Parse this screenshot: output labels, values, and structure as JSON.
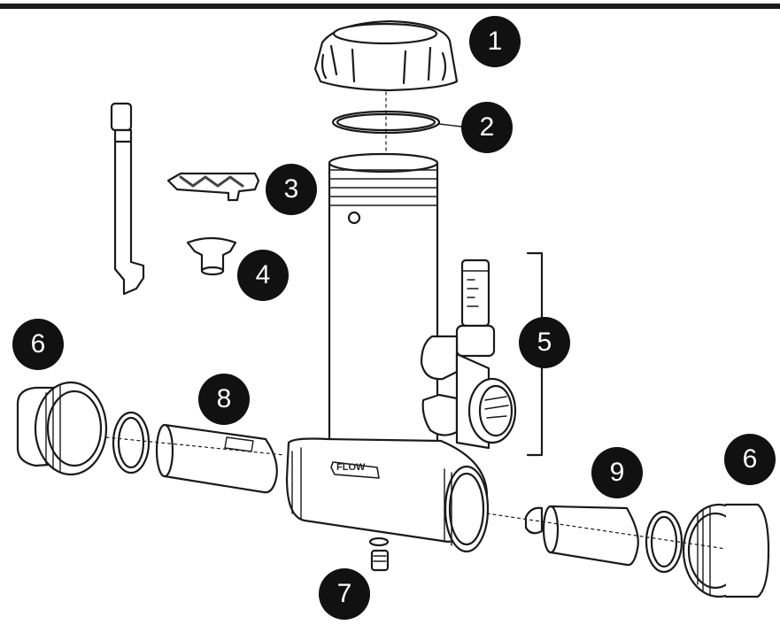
{
  "diagram": {
    "flow_label": "FLOW",
    "callouts": {
      "c1": "1",
      "c2": "2",
      "c3": "3",
      "c4": "4",
      "c5": "5",
      "c6a": "6",
      "c6b": "6",
      "c7": "7",
      "c8": "8",
      "c9": "9"
    }
  },
  "colors": {
    "line": "#1a1a1a",
    "callout_fill": "#111111",
    "callout_text": "#ffffff"
  }
}
